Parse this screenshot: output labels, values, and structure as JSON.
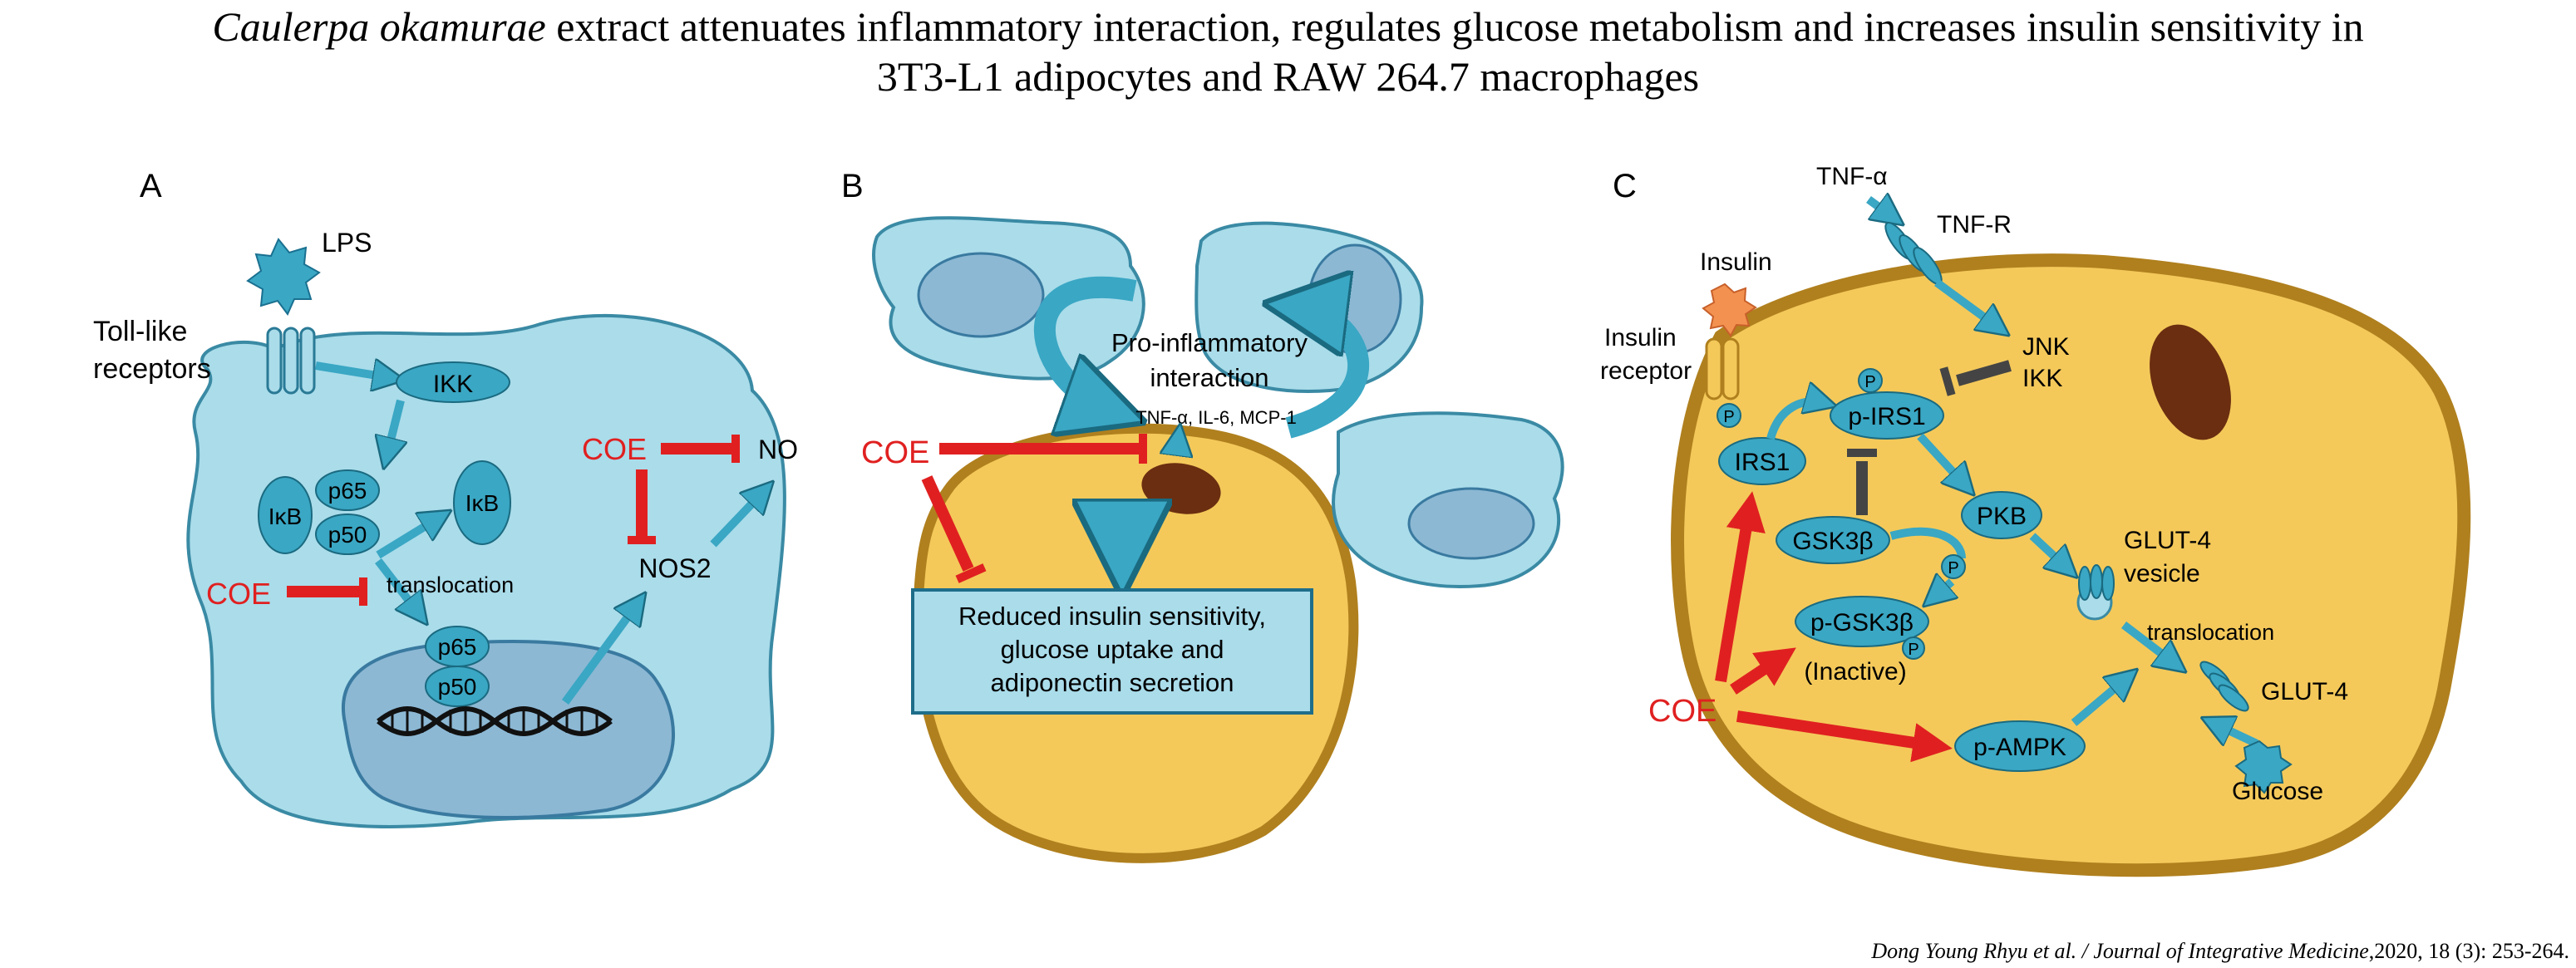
{
  "title": {
    "species": "Caulerpa okamurae",
    "line1_rest": " extract attenuates inflammatory interaction, regulates glucose metabolism and increases insulin sensitivity in",
    "line2": "3T3-L1 adipocytes and RAW 264.7 macrophages"
  },
  "colors": {
    "macrophage_fill": "#aadcea",
    "nucleus_fill": "#8cb8d4",
    "adipocyte_fill": "#f4c95a",
    "adipocyte_border": "#b0801e",
    "molecule_fill": "#3aa7c4",
    "inhibitor_red": "#e02020",
    "lipid_brown": "#6b2e10",
    "jnk_arrow": "#444444"
  },
  "panel_a": {
    "label": "A",
    "lps": "LPS",
    "receptor_line1": "Toll-like",
    "receptor_line2": "receptors",
    "ikk": "IKK",
    "ikb_complex": "IκB",
    "p65": "p65",
    "p50": "p50",
    "ikb_free": "IκB",
    "translocation": "translocation",
    "coe_left": "COE",
    "coe_top": "COE",
    "no": "NO",
    "nos2": "NOS2",
    "nuc_p65": "p65",
    "nuc_p50": "p50"
  },
  "panel_b": {
    "label": "B",
    "interaction_line1": "Pro-inflammatory",
    "interaction_line2": "interaction",
    "cytokines": "TNF-α, IL-6, MCP-1",
    "coe": "COE",
    "outcome_line1": "Reduced insulin sensitivity,",
    "outcome_line2": "glucose uptake and",
    "outcome_line3": "adiponectin secretion"
  },
  "panel_c": {
    "label": "C",
    "tnf": "TNF-α",
    "tnf_r": "TNF-R",
    "insulin": "Insulin",
    "insulin_receptor_line1": "Insulin",
    "insulin_receptor_line2": "receptor",
    "jnk": "JNK",
    "ikk": "IKK",
    "p": "P",
    "p_irs1": "p-IRS1",
    "irs1": "IRS1",
    "gsk3b": "GSK3β",
    "pkb": "PKB",
    "p_gsk3b": "p-GSK3β",
    "inactive": "(Inactive)",
    "glut4_vesicle_line1": "GLUT-4",
    "glut4_vesicle_line2": "vesicle",
    "translocation": "translocation",
    "glut4": "GLUT-4",
    "coe": "COE",
    "p_ampk": "p-AMPK",
    "glucose": "Glucose"
  },
  "citation": {
    "authors": "Dong Young Rhyu et al. / Journal of Integrative Medicine",
    "rest": ",2020, 18 (3): 253-264."
  }
}
